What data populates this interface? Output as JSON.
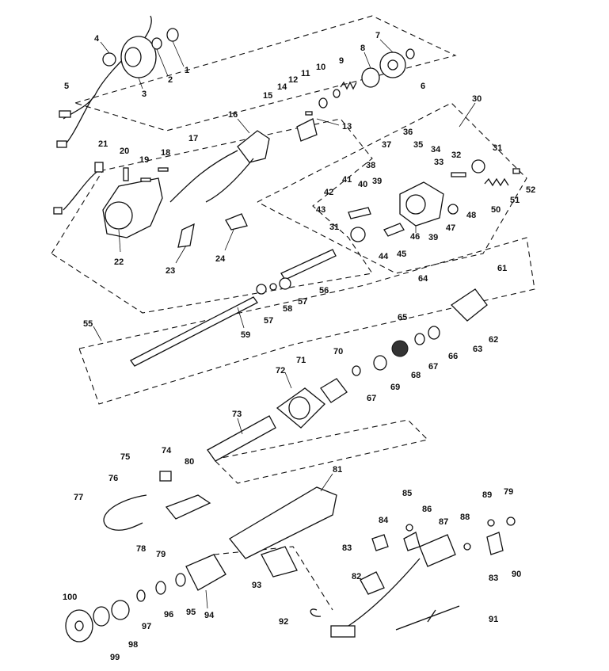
{
  "callouts": {
    "c1": "1",
    "c2": "2",
    "c3": "3",
    "c4": "4",
    "c5": "5",
    "c6": "6",
    "c7": "7",
    "c8": "8",
    "c9": "9",
    "c10": "10",
    "c11": "11",
    "c12": "12",
    "c13": "13",
    "c14": "14",
    "c15": "15",
    "c16": "16",
    "c17": "17",
    "c18": "18",
    "c19": "19",
    "c20": "20",
    "c21": "21",
    "c22": "22",
    "c23": "23",
    "c24": "24",
    "c30": "30",
    "c31a": "31",
    "c31b": "31",
    "c32": "32",
    "c33": "33",
    "c34": "34",
    "c35": "35",
    "c36": "36",
    "c37": "37",
    "c38": "38",
    "c39a": "39",
    "c39b": "39",
    "c40": "40",
    "c41": "41",
    "c42": "42",
    "c43": "43",
    "c44": "44",
    "c45": "45",
    "c46": "46",
    "c47": "47",
    "c48": "48",
    "c50": "50",
    "c51": "51",
    "c52": "52",
    "c55": "55",
    "c56": "56",
    "c57a": "57",
    "c57b": "57",
    "c58": "58",
    "c59": "59",
    "c61": "61",
    "c62": "62",
    "c63": "63",
    "c64": "64",
    "c65": "65",
    "c66": "66",
    "c67a": "67",
    "c67b": "67",
    "c68": "68",
    "c69": "69",
    "c70": "70",
    "c71": "71",
    "c72": "72",
    "c73": "73",
    "c74": "74",
    "c75": "75",
    "c76": "76",
    "c77": "77",
    "c78": "78",
    "c79a": "79",
    "c79b": "79",
    "c80": "80",
    "c81": "81",
    "c82": "82",
    "c83a": "83",
    "c83b": "83",
    "c84": "84",
    "c85": "85",
    "c86": "86",
    "c87": "87",
    "c88": "88",
    "c89": "89",
    "c90": "90",
    "c91": "91",
    "c92": "92",
    "c93": "93",
    "c94": "94",
    "c95": "95",
    "c96": "96",
    "c97": "97",
    "c98": "98",
    "c99": "99",
    "c100": "100"
  }
}
